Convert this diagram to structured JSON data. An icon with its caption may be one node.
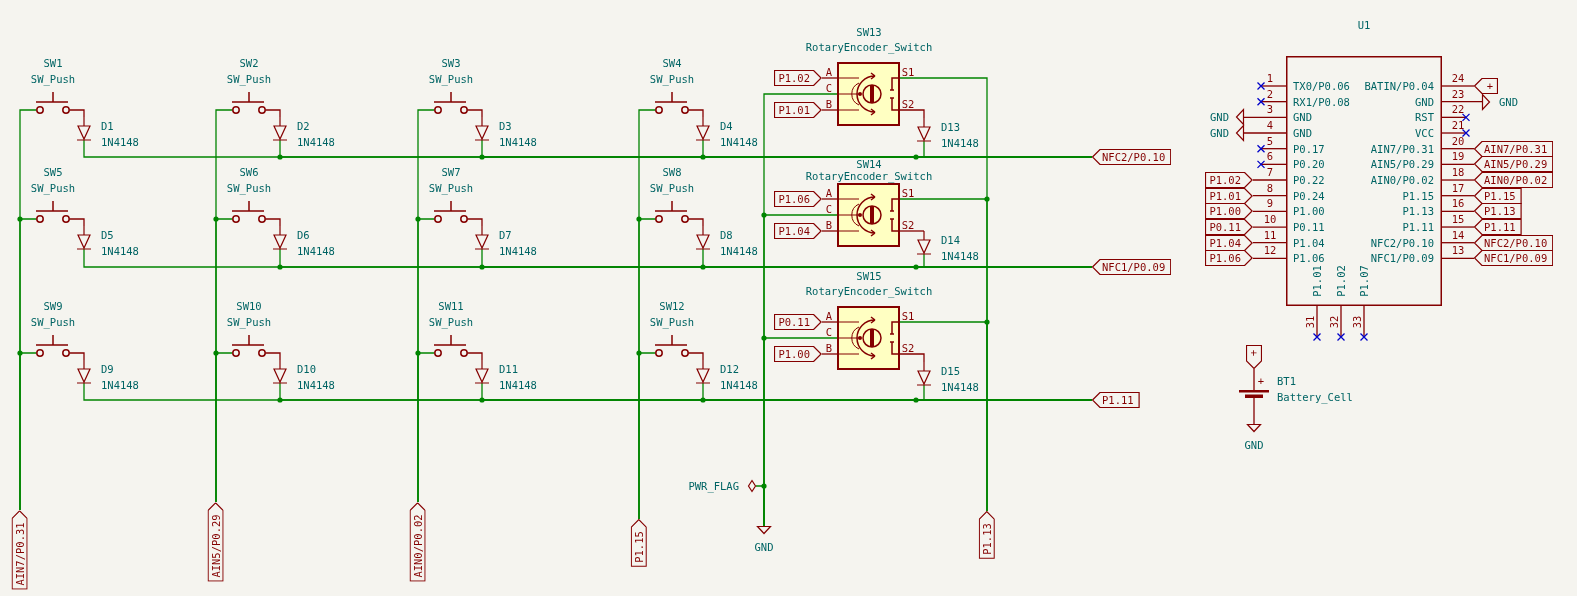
{
  "diagram": {
    "nodes": [
      {
        "text": [],
        "shape": "switch",
        "beside": [
          "SW1",
          "SW_Push"
        ]
      },
      {
        "text": [],
        "shape": "diode",
        "beside": [
          "D1",
          "1N4148"
        ]
      },
      {
        "text": [],
        "shape": "switch",
        "beside": [
          "SW2",
          "SW_Push"
        ]
      },
      {
        "text": [],
        "shape": "diode",
        "beside": [
          "D2",
          "1N4148"
        ]
      },
      {
        "text": [],
        "shape": "switch",
        "beside": [
          "SW3",
          "SW_Push"
        ]
      },
      {
        "text": [],
        "shape": "diode",
        "beside": [
          "D3",
          "1N4148"
        ]
      },
      {
        "text": [],
        "shape": "switch",
        "beside": [
          "SW4",
          "SW_Push"
        ]
      },
      {
        "text": [],
        "shape": "diode",
        "beside": [
          "D4",
          "1N4148"
        ]
      },
      {
        "text": [],
        "shape": "switch",
        "beside": [
          "SW5",
          "SW_Push"
        ]
      },
      {
        "text": [],
        "shape": "diode",
        "beside": [
          "D5",
          "1N4148"
        ]
      },
      {
        "text": [],
        "shape": "switch",
        "beside": [
          "SW6",
          "SW_Push"
        ]
      },
      {
        "text": [],
        "shape": "diode",
        "beside": [
          "D6",
          "1N4148"
        ]
      },
      {
        "text": [],
        "shape": "switch",
        "beside": [
          "SW7",
          "SW_Push"
        ]
      },
      {
        "text": [],
        "shape": "diode",
        "beside": [
          "D7",
          "1N4148"
        ]
      },
      {
        "text": [],
        "shape": "switch",
        "beside": [
          "SW8",
          "SW_Push"
        ]
      },
      {
        "text": [],
        "shape": "diode",
        "beside": [
          "D8",
          "1N4148"
        ]
      },
      {
        "text": [],
        "shape": "switch",
        "beside": [
          "SW9",
          "SW_Push"
        ]
      },
      {
        "text": [],
        "shape": "diode",
        "beside": [
          "D9",
          "1N4148"
        ]
      },
      {
        "text": [],
        "shape": "switch",
        "beside": [
          "SW10",
          "SW_Push"
        ]
      },
      {
        "text": [],
        "shape": "diode",
        "beside": [
          "D10",
          "1N4148"
        ]
      },
      {
        "text": [],
        "shape": "switch",
        "beside": [
          "SW11",
          "SW_Push"
        ]
      },
      {
        "text": [],
        "shape": "diode",
        "beside": [
          "D11",
          "1N4148"
        ]
      },
      {
        "text": [],
        "shape": "switch",
        "beside": [
          "SW12",
          "SW_Push"
        ]
      },
      {
        "text": [],
        "shape": "diode",
        "beside": [
          "D12",
          "1N4148"
        ]
      },
      {
        "text": [
          "SW13",
          "RotaryEncoder_Switch",
          "A",
          "C",
          "B",
          "S1",
          "S2"
        ]
      },
      {
        "text": [],
        "shape": "diode",
        "beside": [
          "D13",
          "1N4148"
        ]
      },
      {
        "text": [
          "SW14",
          "RotaryEncoder_Switch",
          "A",
          "C",
          "B",
          "S1",
          "S2"
        ]
      },
      {
        "text": [],
        "shape": "diode",
        "beside": [
          "D14",
          "1N4148"
        ]
      },
      {
        "text": [
          "SW15",
          "RotaryEncoder_Switch",
          "A",
          "C",
          "B",
          "S1",
          "S2"
        ]
      },
      {
        "text": [],
        "shape": "diode",
        "beside": [
          "D15",
          "1N4148"
        ]
      },
      {
        "text": [
          "P1.02"
        ]
      },
      {
        "text": [
          "P1.01"
        ]
      },
      {
        "text": [
          "P1.06"
        ]
      },
      {
        "text": [
          "P1.04"
        ]
      },
      {
        "text": [
          "P0.11"
        ]
      },
      {
        "text": [
          "P1.00"
        ]
      },
      {
        "text": [
          "NFC2/P0.10"
        ]
      },
      {
        "text": [
          "NFC1/P0.09"
        ]
      },
      {
        "text": [
          "P1.11"
        ]
      },
      {
        "text": [
          "AIN7/P0.31"
        ]
      },
      {
        "text": [
          "AIN5/P0.29"
        ]
      },
      {
        "text": [
          "AIN0/P0.02"
        ]
      },
      {
        "text": [
          "P1.15"
        ]
      },
      {
        "text": [
          "P1.13"
        ]
      },
      {
        "text": [],
        "shape": "diamond",
        "beside": [
          "PWR_FLAG"
        ]
      },
      {
        "text": [],
        "shape": "ground",
        "beside": [
          "GND"
        ]
      },
      {
        "text": [
          "U1",
          "TX0/P0.06",
          "RX1/P0.08",
          "GND",
          "GND",
          "P0.17",
          "P0.20",
          "P0.22",
          "P0.24",
          "P1.00",
          "P0.11",
          "P1.04",
          "P1.06",
          "BATIN/P0.04",
          "GND",
          "RST",
          "VCC",
          "AIN7/P0.31",
          "AIN5/P0.29",
          "AIN0/P0.02",
          "P1.15",
          "P1.13",
          "P1.11",
          "NFC2/P0.10",
          "NFC1/P0.09",
          "P1.01",
          "P1.02",
          "P1.07"
        ],
        "beside": [
          "1",
          "2",
          "3",
          "4",
          "5",
          "6",
          "7",
          "8",
          "9",
          "10",
          "11",
          "12",
          "24",
          "23",
          "22",
          "21",
          "20",
          "19",
          "18",
          "17",
          "16",
          "15",
          "14",
          "13",
          "31",
          "32",
          "33"
        ]
      },
      {
        "text": [
          "P1.02"
        ]
      },
      {
        "text": [
          "P1.01"
        ]
      },
      {
        "text": [
          "P1.00"
        ]
      },
      {
        "text": [
          "P0.11"
        ]
      },
      {
        "text": [
          "P1.04"
        ]
      },
      {
        "text": [
          "P1.06"
        ]
      },
      {
        "text": [
          "AIN7/P0.31"
        ]
      },
      {
        "text": [
          "AIN5/P0.29"
        ]
      },
      {
        "text": [
          "AIN0/P0.02"
        ]
      },
      {
        "text": [
          "P1.15"
        ]
      },
      {
        "text": [
          "P1.13"
        ]
      },
      {
        "text": [
          "P1.11"
        ]
      },
      {
        "text": [
          "NFC2/P0.10"
        ]
      },
      {
        "text": [
          "NFC1/P0.09"
        ]
      },
      {
        "text": [
          "+"
        ]
      },
      {
        "text": [],
        "shape": "ground",
        "beside": [
          "GND"
        ]
      },
      {
        "text": [],
        "shape": "ground",
        "beside": [
          "GND"
        ]
      },
      {
        "text": [],
        "shape": "ground",
        "beside": [
          "GND"
        ]
      },
      {
        "text": [
          "+"
        ]
      },
      {
        "text": [],
        "shape": "battery",
        "beside": [
          "+",
          "BT1",
          "Battery_Cell"
        ]
      },
      {
        "text": [],
        "shape": "ground",
        "beside": [
          "GND"
        ]
      }
    ],
    "edges": [
      {
        "from": 39,
        "to": 0,
        "arrow": "none",
        "color": "#008400"
      },
      {
        "from": 0,
        "to": 1,
        "arrow": "none"
      },
      {
        "from": 1,
        "to": 36,
        "arrow": "none",
        "color": "#008400"
      },
      {
        "from": 40,
        "to": 2,
        "arrow": "none",
        "color": "#008400"
      },
      {
        "from": 2,
        "to": 3,
        "arrow": "none"
      },
      {
        "from": 3,
        "to": 36,
        "arrow": "none",
        "color": "#008400"
      },
      {
        "from": 41,
        "to": 4,
        "arrow": "none",
        "color": "#008400"
      },
      {
        "from": 4,
        "to": 5,
        "arrow": "none"
      },
      {
        "from": 5,
        "to": 36,
        "arrow": "none",
        "color": "#008400"
      },
      {
        "from": 42,
        "to": 6,
        "arrow": "none",
        "color": "#008400"
      },
      {
        "from": 6,
        "to": 7,
        "arrow": "none"
      },
      {
        "from": 7,
        "to": 36,
        "arrow": "none",
        "color": "#008400"
      },
      {
        "from": 39,
        "to": 8,
        "arrow": "none",
        "color": "#008400"
      },
      {
        "from": 8,
        "to": 9,
        "arrow": "none"
      },
      {
        "from": 9,
        "to": 37,
        "arrow": "none",
        "color": "#008400"
      },
      {
        "from": 40,
        "to": 10,
        "arrow": "none",
        "color": "#008400"
      },
      {
        "from": 10,
        "to": 11,
        "arrow": "none"
      },
      {
        "from": 11,
        "to": 37,
        "arrow": "none",
        "color": "#008400"
      },
      {
        "from": 41,
        "to": 12,
        "arrow": "none",
        "color": "#008400"
      },
      {
        "from": 12,
        "to": 13,
        "arrow": "none"
      },
      {
        "from": 13,
        "to": 37,
        "arrow": "none",
        "color": "#008400"
      },
      {
        "from": 42,
        "to": 14,
        "arrow": "none",
        "color": "#008400"
      },
      {
        "from": 14,
        "to": 15,
        "arrow": "none"
      },
      {
        "from": 15,
        "to": 37,
        "arrow": "none",
        "color": "#008400"
      },
      {
        "from": 39,
        "to": 16,
        "arrow": "none",
        "color": "#008400"
      },
      {
        "from": 16,
        "to": 17,
        "arrow": "none"
      },
      {
        "from": 17,
        "to": 38,
        "arrow": "none",
        "color": "#008400"
      },
      {
        "from": 40,
        "to": 18,
        "arrow": "none",
        "color": "#008400"
      },
      {
        "from": 18,
        "to": 19,
        "arrow": "none"
      },
      {
        "from": 19,
        "to": 38,
        "arrow": "none",
        "color": "#008400"
      },
      {
        "from": 41,
        "to": 20,
        "arrow": "none",
        "color": "#008400"
      },
      {
        "from": 20,
        "to": 21,
        "arrow": "none"
      },
      {
        "from": 21,
        "to": 38,
        "arrow": "none",
        "color": "#008400"
      },
      {
        "from": 42,
        "to": 22,
        "arrow": "none",
        "color": "#008400"
      },
      {
        "from": 22,
        "to": 23,
        "arrow": "none"
      },
      {
        "from": 23,
        "to": 38,
        "arrow": "none",
        "color": "#008400"
      },
      {
        "from": 30,
        "to": 24,
        "arrow": "none"
      },
      {
        "from": 31,
        "to": 24,
        "arrow": "none"
      },
      {
        "from": 24,
        "to": 25,
        "arrow": "none"
      },
      {
        "from": 25,
        "to": 36,
        "arrow": "none",
        "color": "#008400"
      },
      {
        "from": 24,
        "to": 43,
        "arrow": "none",
        "color": "#008400"
      },
      {
        "from": 24,
        "to": 45,
        "arrow": "none",
        "color": "#008400"
      },
      {
        "from": 32,
        "to": 26,
        "arrow": "none"
      },
      {
        "from": 33,
        "to": 26,
        "arrow": "none"
      },
      {
        "from": 26,
        "to": 27,
        "arrow": "none"
      },
      {
        "from": 27,
        "to": 37,
        "arrow": "none",
        "color": "#008400"
      },
      {
        "from": 26,
        "to": 43,
        "arrow": "none",
        "color": "#008400"
      },
      {
        "from": 26,
        "to": 45,
        "arrow": "none",
        "color": "#008400"
      },
      {
        "from": 34,
        "to": 28,
        "arrow": "none"
      },
      {
        "from": 35,
        "to": 28,
        "arrow": "none"
      },
      {
        "from": 28,
        "to": 29,
        "arrow": "none"
      },
      {
        "from": 29,
        "to": 38,
        "arrow": "none",
        "color": "#008400"
      },
      {
        "from": 28,
        "to": 43,
        "arrow": "none",
        "color": "#008400"
      },
      {
        "from": 28,
        "to": 45,
        "arrow": "none",
        "color": "#008400"
      },
      {
        "from": 44,
        "to": 45,
        "arrow": "none",
        "color": "#008400"
      },
      {
        "from": 47,
        "to": 46,
        "arrow": "none"
      },
      {
        "from": 48,
        "to": 46,
        "arrow": "none"
      },
      {
        "from": 49,
        "to": 46,
        "arrow": "none"
      },
      {
        "from": 50,
        "to": 46,
        "arrow": "none"
      },
      {
        "from": 51,
        "to": 46,
        "arrow": "none"
      },
      {
        "from": 52,
        "to": 46,
        "arrow": "none"
      },
      {
        "from": 46,
        "to": 53,
        "arrow": "none"
      },
      {
        "from": 46,
        "to": 54,
        "arrow": "none"
      },
      {
        "from": 46,
        "to": 55,
        "arrow": "none"
      },
      {
        "from": 46,
        "to": 56,
        "arrow": "none"
      },
      {
        "from": 46,
        "to": 57,
        "arrow": "none"
      },
      {
        "from": 46,
        "to": 58,
        "arrow": "none"
      },
      {
        "from": 46,
        "to": 59,
        "arrow": "none"
      },
      {
        "from": 46,
        "to": 60,
        "arrow": "none"
      },
      {
        "from": 46,
        "to": 61,
        "arrow": "none"
      },
      {
        "from": 46,
        "to": 62,
        "arrow": "none"
      },
      {
        "from": 63,
        "to": 46,
        "arrow": "none"
      },
      {
        "from": 64,
        "to": 46,
        "arrow": "none"
      },
      {
        "from": 65,
        "to": 66,
        "arrow": "none"
      },
      {
        "from": 66,
        "to": 67,
        "arrow": "none"
      }
    ]
  }
}
